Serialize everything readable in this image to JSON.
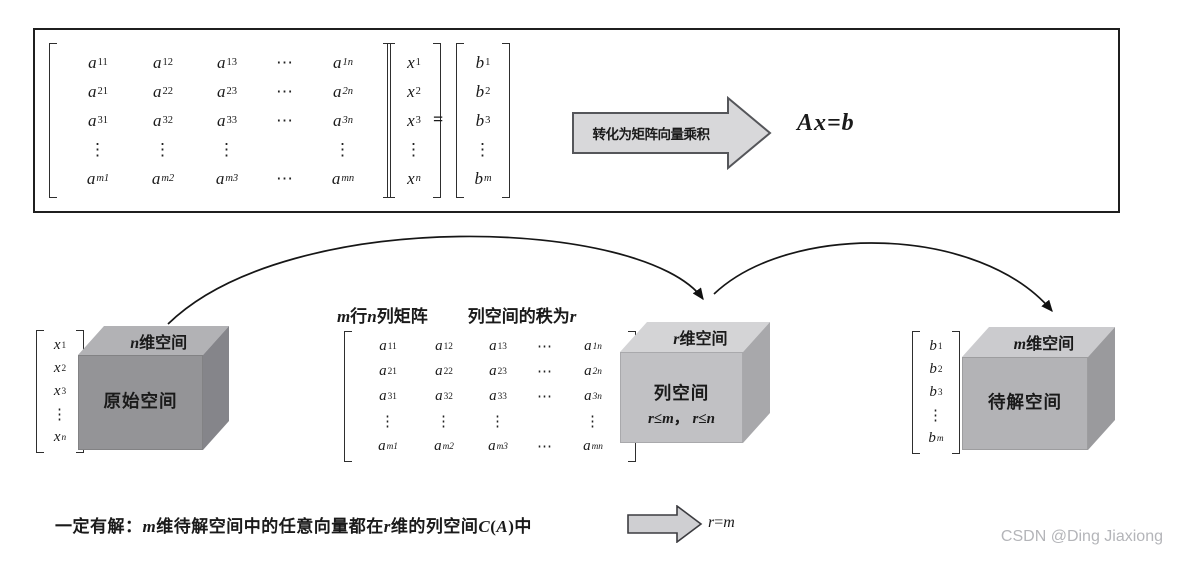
{
  "colors": {
    "box_dark_front": "#949497",
    "box_dark_top": "#b2b2b5",
    "box_dark_side": "#85858a",
    "box_light_front": "#c1c1c4",
    "box_light_top": "#d4d4d6",
    "box_light_side": "#a8a8ab",
    "box_mid_front": "#b3b3b6",
    "box_mid_top": "#cbcbce",
    "box_mid_side": "#9a9a9d",
    "arrow_fill": "#d8d8da",
    "arrow_stroke": "#55565a",
    "small_arrow_fill": "#cfcfd2",
    "small_arrow_stroke": "#3c3c40",
    "watermark": "#b4b5b9"
  },
  "top_panel": {
    "matrix_a": [
      [
        "a_11",
        "a_12",
        "a_13",
        "⋯",
        "a_1n"
      ],
      [
        "a_21",
        "a_22",
        "a_23",
        "⋯",
        "a_2n"
      ],
      [
        "a_31",
        "a_32",
        "a_33",
        "⋯",
        "a_3n"
      ],
      [
        "⋮",
        "⋮",
        "⋮",
        "",
        "⋮"
      ],
      [
        "a_m1",
        "a_m2",
        "a_m3",
        "⋯",
        "a_mn"
      ]
    ],
    "vector_x": [
      "x_1",
      "x_2",
      "x_3",
      "⋮",
      "x_n"
    ],
    "equals": "=",
    "vector_b": [
      "b_1",
      "b_2",
      "b_3",
      "⋮",
      "b_m"
    ],
    "arrow_label": "转化为矩阵向量乘积",
    "equation": "Ax=b"
  },
  "middle": {
    "header_dims": [
      {
        "t": "m",
        "i": 1
      },
      {
        "t": "行"
      },
      {
        "t": "n",
        "i": 1
      },
      {
        "t": "列矩阵"
      }
    ],
    "header_rank": [
      {
        "t": "列空间的秩为"
      },
      {
        "t": "r",
        "i": 1
      }
    ],
    "matrix_a": [
      [
        "a_11",
        "a_12",
        "a_13",
        "⋯",
        "a_1n"
      ],
      [
        "a_21",
        "a_22",
        "a_23",
        "⋯",
        "a_2n"
      ],
      [
        "a_31",
        "a_32",
        "a_33",
        "⋯",
        "a_3n"
      ],
      [
        "⋮",
        "⋮",
        "⋮",
        "",
        "⋮"
      ],
      [
        "a_m1",
        "a_m2",
        "a_m3",
        "⋯",
        "a_mn"
      ]
    ]
  },
  "spaces": {
    "original": {
      "vector": [
        "x_1",
        "x_2",
        "x_3",
        "⋮",
        "x_n"
      ],
      "top_label": [
        {
          "t": "n",
          "i": 1
        },
        {
          "t": "维空间"
        }
      ],
      "front_label": "原始空间"
    },
    "column": {
      "top_label": [
        {
          "t": "r",
          "i": 1
        },
        {
          "t": "维空间"
        }
      ],
      "front_label": "列空间",
      "constraint": [
        {
          "t": "r",
          "i": 1
        },
        {
          "t": "≤"
        },
        {
          "t": "m",
          "i": 1
        },
        {
          "t": "， "
        },
        {
          "t": "r",
          "i": 1
        },
        {
          "t": "≤"
        },
        {
          "t": "n",
          "i": 1
        }
      ]
    },
    "solution": {
      "vector": [
        "b_1",
        "b_2",
        "b_3",
        "⋮",
        "b_m"
      ],
      "top_label": [
        {
          "t": "m",
          "i": 1
        },
        {
          "t": "维空间"
        }
      ],
      "front_label": "待解空间"
    }
  },
  "conclusion": {
    "text": [
      {
        "t": "一定有解："
      },
      {
        "t": "m",
        "i": 1
      },
      {
        "t": "维待解空间中的任意向量都在"
      },
      {
        "t": "r",
        "i": 1
      },
      {
        "t": "维的列空间"
      },
      {
        "t": "C",
        "i": 1
      },
      {
        "t": "("
      },
      {
        "t": "A",
        "i": 1
      },
      {
        "t": ")中"
      }
    ],
    "result": [
      {
        "t": "r",
        "i": 1
      },
      {
        "t": "="
      },
      {
        "t": "m",
        "i": 1
      }
    ]
  },
  "watermark": "CSDN @Ding Jiaxiong"
}
